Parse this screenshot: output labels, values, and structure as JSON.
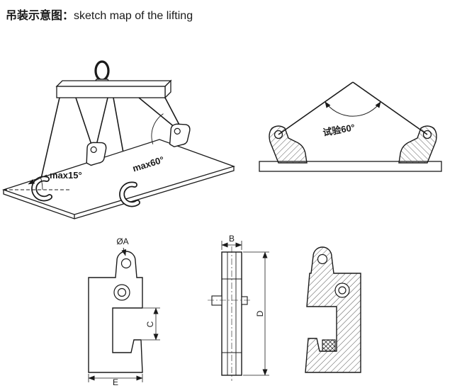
{
  "page": {
    "title_cn": "吊装示意图：",
    "title_en": "sketch map of the lifting"
  },
  "lifting_sketch": {
    "angle_small": "max15°",
    "angle_large": "max60°"
  },
  "test_sketch": {
    "angle_label": "试验60°"
  },
  "dimensions": {
    "dia_a": "ØA",
    "b": "B",
    "c": "C",
    "d": "D",
    "e": "E"
  },
  "colors": {
    "ink": "#1a1a1a",
    "background": "#ffffff"
  }
}
